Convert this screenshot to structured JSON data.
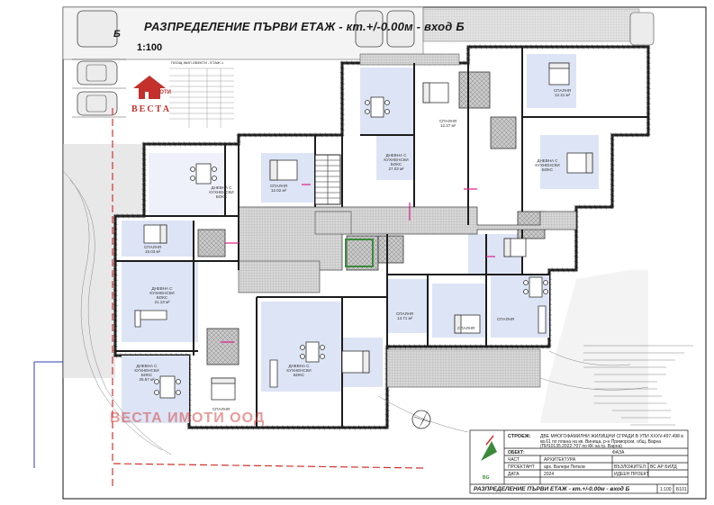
{
  "drawing": {
    "title_top": "РАЗПРЕДЕЛЕНИЕ ПЪРВИ ЕТАЖ - кт.+/-0.00м - вход Б",
    "code_top": "Б",
    "scale_top": "1:100",
    "area_table_title": "ПЛОЩ ЖИЛ.ОБЕКТИ - ЕТАЖ 1",
    "logo_top": "ИМОТИ",
    "logo_name": "ВЕСТА",
    "watermark": "ВЕСТА ИМОТИ ООД",
    "rooms": [
      {
        "name": "СПАЛНЯ",
        "area": "12.27 м²"
      },
      {
        "name": "ДНЕВНА С КУХНЕНСКИ БОКС",
        "area": "27.03 м²"
      },
      {
        "name": "СПАЛНЯ",
        "area": "12.02 м²"
      },
      {
        "name": "ДНЕВНА С КУХНЕНСКИ БОКС",
        "area": ""
      },
      {
        "name": "СПАЛНЯ",
        "area": "15.03 м²"
      },
      {
        "name": "СПАЛНЯ",
        "area": "12.21 м²"
      },
      {
        "name": "ДНЕВНА С КУХНЕНСКИ БОКС",
        "area": "21.13 м²"
      },
      {
        "name": "ДНЕВНА С КУХНЕНСКИ БОКС",
        "area": ""
      },
      {
        "name": "СПАЛНЯ",
        "area": "13.71 м²"
      },
      {
        "name": "СПАЛНЯ",
        "area": ""
      },
      {
        "name": "ДНЕВНА С КУХНЕНСКИ БОКС",
        "area": "25.57 м²"
      },
      {
        "name": "ДНЕВНА С КУХНЕНСКИ БОКС",
        "area": ""
      },
      {
        "name": "СПАЛНЯ",
        "area": ""
      },
      {
        "name": "СПАЛНЯ",
        "area": ""
      }
    ]
  },
  "title_block": {
    "construction_label": "СТРОЕЖ:",
    "construction_text_1": "ДВЕ МНОГОФАМИЛНИ ЖИЛИЩНИ СГРАДИ В УПИ XXXV-497,498 в",
    "construction_text_2": "кв.61 по плана на кв. Виница, р-н Приморски, общ. Варна",
    "construction_text_3": "(ПИ10135.2022.707 по КК на гр. Варна)",
    "object_label": "ОБЕКТ:",
    "stage_label": "ФАЗА",
    "stage_value": "ИДЕЕН ПРОЕКТ",
    "part_label": "ЧАСТ",
    "part_value": "АРХИТЕКТУРА",
    "designer_label": "ПРОЕКТАНТ",
    "designer_value": "арх. Валери Петков",
    "investor_label": "ВЪЗЛОЖИТЕЛ:",
    "investor_value": "ВС АР БИЛД",
    "date_label": "ДАТА",
    "date_value": "2024",
    "firm": "BG",
    "sheet_title": "РАЗПРЕДЕЛЕНИЕ ПЪРВИ ЕТАЖ - кт.+/-0.00м - вход Б",
    "scale": "1:100",
    "sheet_no": "Б101"
  },
  "colors": {
    "wall": "#1c1c1c",
    "hatch_wall": "#444444",
    "room_fill_blue": "#dde4f5",
    "room_fill_light": "#eef1fa",
    "tile_fill": "#b9b9b9",
    "plot_line_red": "#d0312d",
    "magenta": "#e0208c",
    "green": "#3b8a3b",
    "grass": "#cfcfcf",
    "boundary_blue": "#2d3fb5"
  },
  "icons": [
    "north-arrow-icon",
    "car-icon",
    "bed-icon",
    "sofa-icon",
    "dining-table-icon",
    "stair-icon",
    "logo-house-icon"
  ]
}
